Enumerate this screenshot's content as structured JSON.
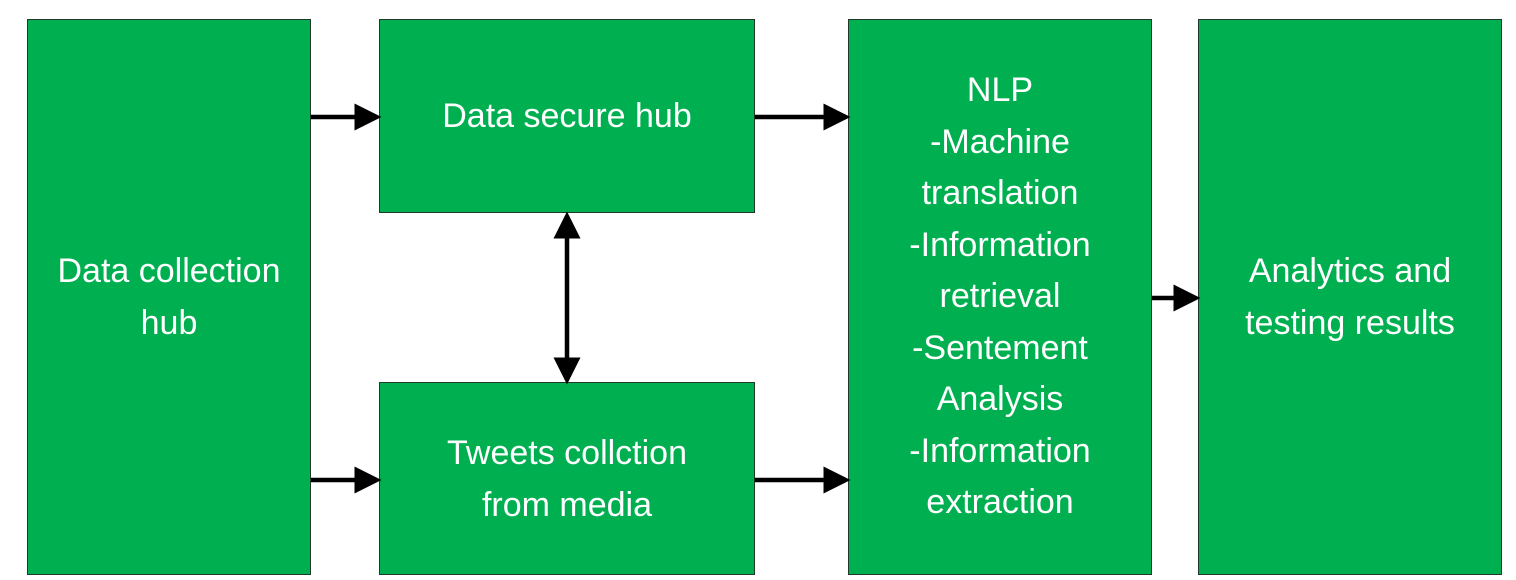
{
  "nodes": {
    "collection": {
      "lines": [
        "Data collection",
        "hub"
      ]
    },
    "secure": {
      "lines": [
        "Data secure hub"
      ]
    },
    "tweets": {
      "lines": [
        "Tweets collction",
        "from media"
      ]
    },
    "nlp": {
      "lines": [
        "NLP",
        "-Machine",
        "translation",
        "-Information",
        "retrieval",
        "-Sentement",
        "Analysis",
        "-Information",
        "extraction"
      ]
    },
    "analytics": {
      "lines": [
        "Analytics and",
        "testing results"
      ]
    }
  },
  "edges": [
    {
      "from": "collection",
      "to": "secure",
      "direction": "forward"
    },
    {
      "from": "collection",
      "to": "tweets",
      "direction": "forward"
    },
    {
      "from": "secure",
      "to": "tweets",
      "direction": "both"
    },
    {
      "from": "secure",
      "to": "nlp",
      "direction": "forward"
    },
    {
      "from": "tweets",
      "to": "nlp",
      "direction": "forward"
    },
    {
      "from": "nlp",
      "to": "analytics",
      "direction": "forward"
    }
  ],
  "colors": {
    "box_fill": "#00b050",
    "box_text": "#ffffff",
    "arrow": "#000000"
  }
}
